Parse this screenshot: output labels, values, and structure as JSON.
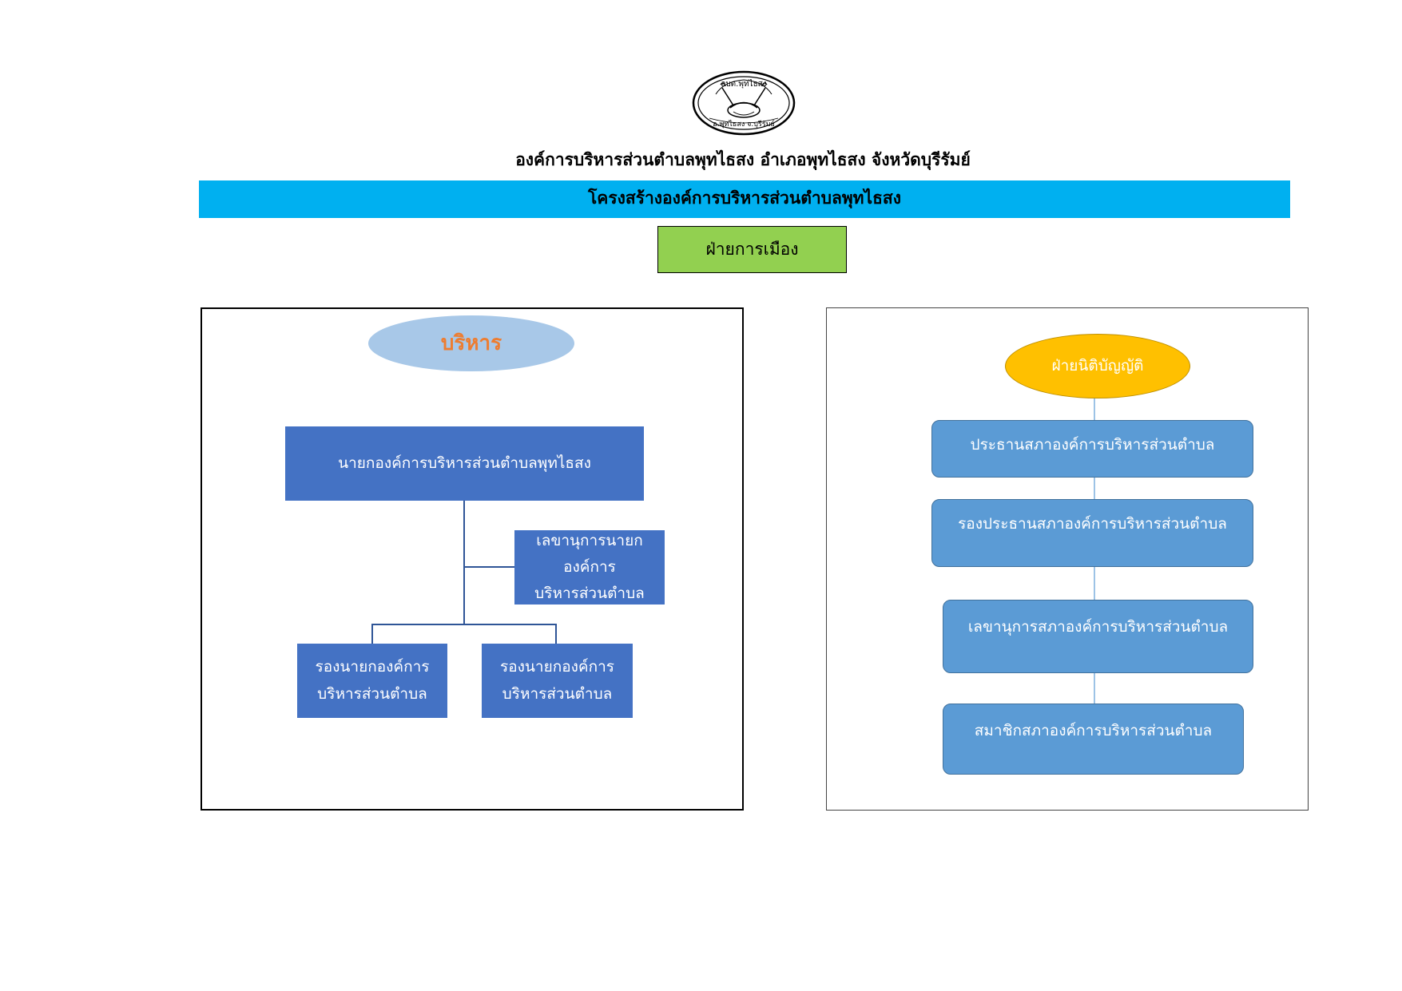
{
  "header": {
    "seal_text": [
      "อบต.พุทไธสง",
      "อ.พุทไธสง จ.บุรีรัมย์"
    ],
    "org_title": "องค์การบริหารส่วนตำบลพุทไธสง อำเภอพุทไธสง จังหวัดบุรีรัมย์",
    "structure_title": "โครงสร้างองค์การบริหารส่วนตำบลพุทไธสง",
    "political_wing": "ฝ่ายการเมือง"
  },
  "executive": {
    "heading": "บริหาร",
    "mayor": "นายกองค์การบริหารส่วนตำบลพุทไธสง",
    "secretary": [
      "เลขานุการนายกองค์การ",
      "บริหารส่วนตำบล"
    ],
    "deputy_1": [
      "รองนายกองค์การ",
      "บริหารส่วนตำบล"
    ],
    "deputy_2": [
      "รองนายกองค์การ",
      "บริหารส่วนตำบล"
    ]
  },
  "legislative": {
    "heading": "ฝ่ายนิติบัญญัติ",
    "president": "ประธานสภาองค์การบริหารส่วนตำบล",
    "vice_president": "รองประธานสภาองค์การบริหารส่วนตำบล",
    "council_secretary": "เลขานุการสภาองค์การบริหารส่วนตำบล",
    "members": "สมาชิกสภาองค์การบริหารส่วนตำบล"
  },
  "colors": {
    "banner": "#00b0f0",
    "political_box": "#92d050",
    "exec_oval": "#a8c8e8",
    "exec_heading_text": "#ed7d31",
    "exec_boxes": "#4472c4",
    "leg_oval": "#ffc000",
    "leg_boxes": "#5b9bd5"
  }
}
